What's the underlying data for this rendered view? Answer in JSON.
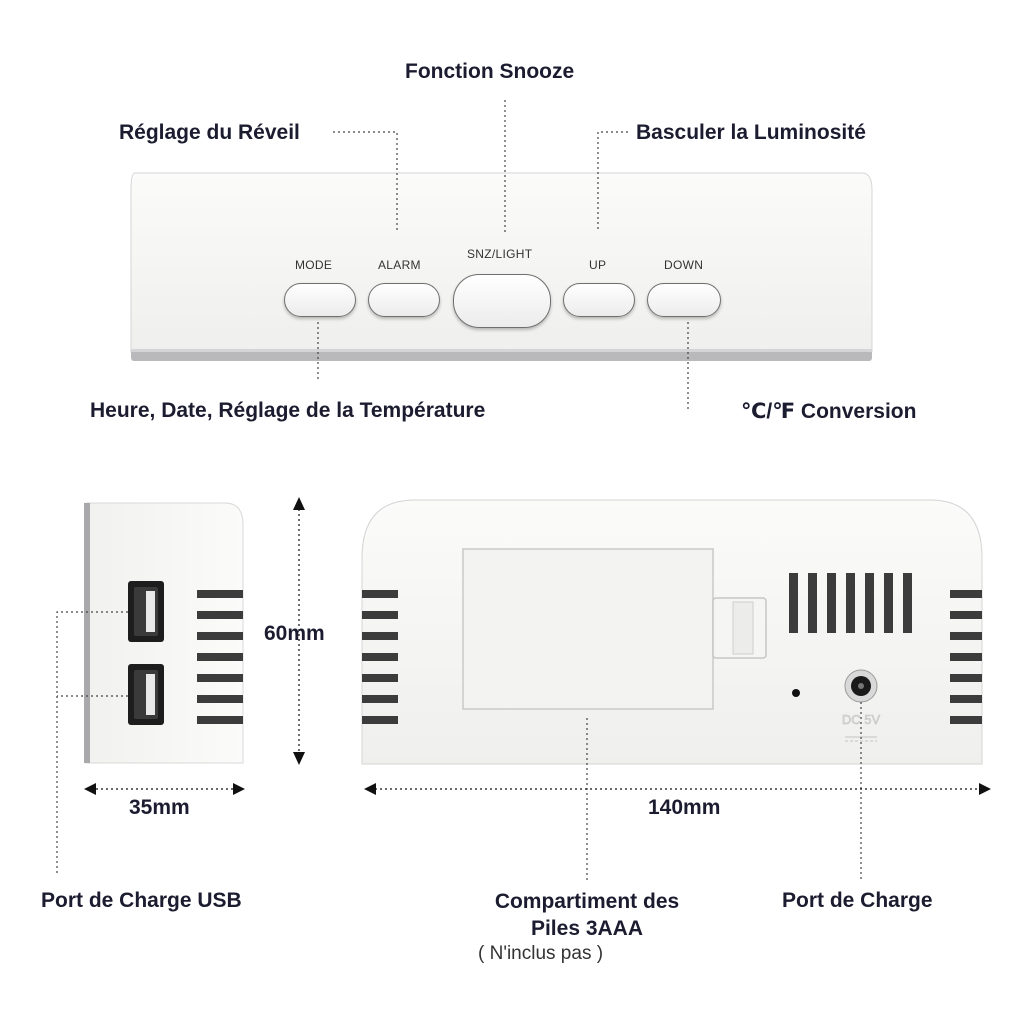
{
  "colors": {
    "text": "#1c1c30",
    "device": "#f6f6f4",
    "device_edge": "#cfcfcf"
  },
  "top_view": {
    "callouts": {
      "snooze": "Fonction Snooze",
      "alarm": "Réglage du Réveil",
      "brightness": "Basculer la Luminosité",
      "mode": "Heure, Date, Réglage de la Température",
      "conversion": "℃/℉ Conversion"
    },
    "buttons": [
      {
        "id": "mode",
        "label": "MODE"
      },
      {
        "id": "alarm",
        "label": "ALARM"
      },
      {
        "id": "snz",
        "label": "SNZ/LIGHT"
      },
      {
        "id": "up",
        "label": "UP"
      },
      {
        "id": "down",
        "label": "DOWN"
      }
    ]
  },
  "side_view": {
    "height": "60mm",
    "depth": "35mm",
    "usb_label": "Port de Charge USB"
  },
  "back_view": {
    "width": "140mm",
    "battery_label": "Compartiment des Piles 3AAA",
    "battery_note": "( N'inclus pas )",
    "charge_label": "Port de Charge",
    "dc_marking": "DC 5V"
  }
}
